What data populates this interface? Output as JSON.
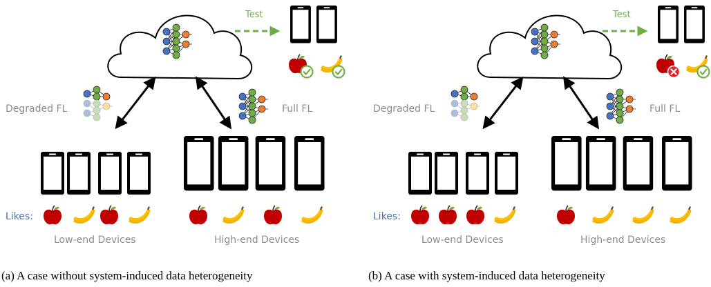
{
  "panels": [
    {
      "test_label": "Test",
      "degraded_label": "Degraded FL",
      "full_label": "Full FL",
      "likes_label": "Likes:",
      "low_group_label": "Low-end Devices",
      "high_group_label": "High-end Devices",
      "caption": "(a) A case without system-induced data heterogeneity",
      "test_results": [
        "check",
        "check"
      ],
      "low_likes": [
        "apple",
        "banana",
        "apple",
        "banana"
      ],
      "high_likes": [
        "apple",
        "banana",
        "apple",
        "banana"
      ]
    },
    {
      "test_label": "Test",
      "degraded_label": "Degraded FL",
      "full_label": "Full FL",
      "likes_label": "Likes:",
      "low_group_label": "Low-end Devices",
      "high_group_label": "High-end Devices",
      "caption": "(b) A case with system-induced data heterogeneity",
      "test_results": [
        "cross",
        "check"
      ],
      "low_likes": [
        "apple",
        "apple",
        "apple",
        "banana"
      ],
      "high_likes": [
        "apple",
        "banana",
        "banana",
        "banana"
      ]
    }
  ],
  "colors": {
    "test_arrow": "#70ad47",
    "check": "#70ad47",
    "cross": "#e8202a",
    "apple": "#c00000",
    "banana": "#ffc000",
    "node_blue": "#4472c4",
    "node_green": "#70ad47",
    "node_orange": "#ed7d31",
    "label_gray": "#8c8c8c",
    "likes_blue": "#4472c4"
  },
  "icons": [
    "cloud-icon",
    "neural-network-icon",
    "phone-icon",
    "apple-icon",
    "banana-icon",
    "check-icon",
    "cross-icon",
    "bidirectional-arrow-icon",
    "dashed-arrow-icon"
  ]
}
